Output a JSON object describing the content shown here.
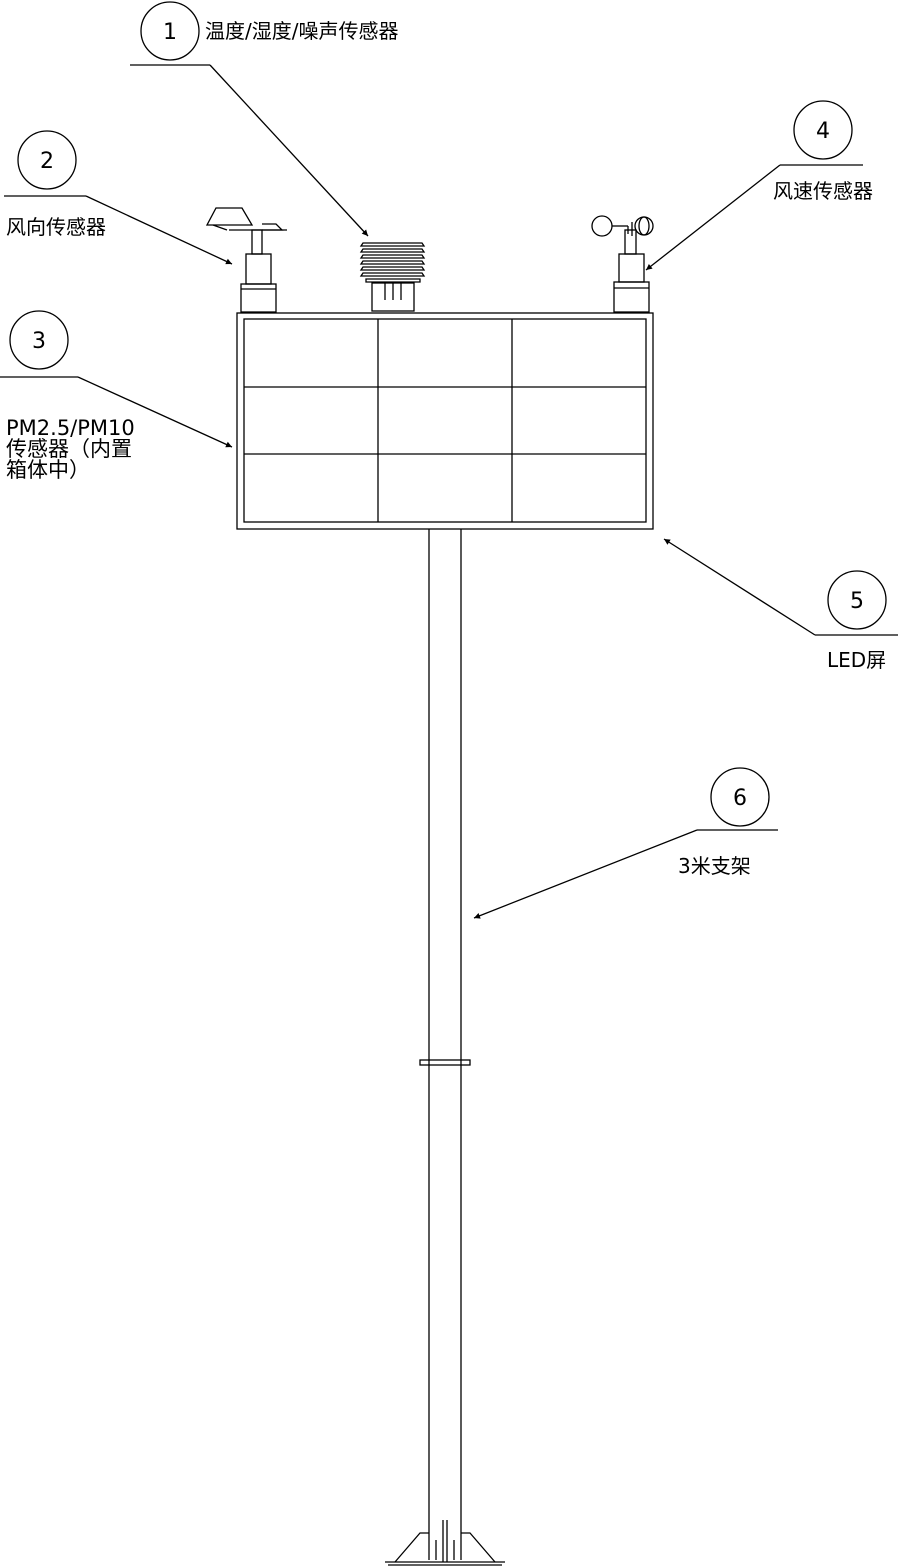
{
  "callouts": [
    {
      "number": "1",
      "label": "温度/湿度/噪声传感器"
    },
    {
      "number": "2",
      "label": "风向传感器"
    },
    {
      "number": "3",
      "label_lines": [
        "PM2.5/PM10",
        "传感器（内置",
        "箱体中）"
      ]
    },
    {
      "number": "4",
      "label": "风速传感器"
    },
    {
      "number": "5",
      "label": "LED屏"
    },
    {
      "number": "6",
      "label": "3米支架"
    }
  ],
  "led_grid": {
    "rows": 3,
    "cols": 3
  }
}
